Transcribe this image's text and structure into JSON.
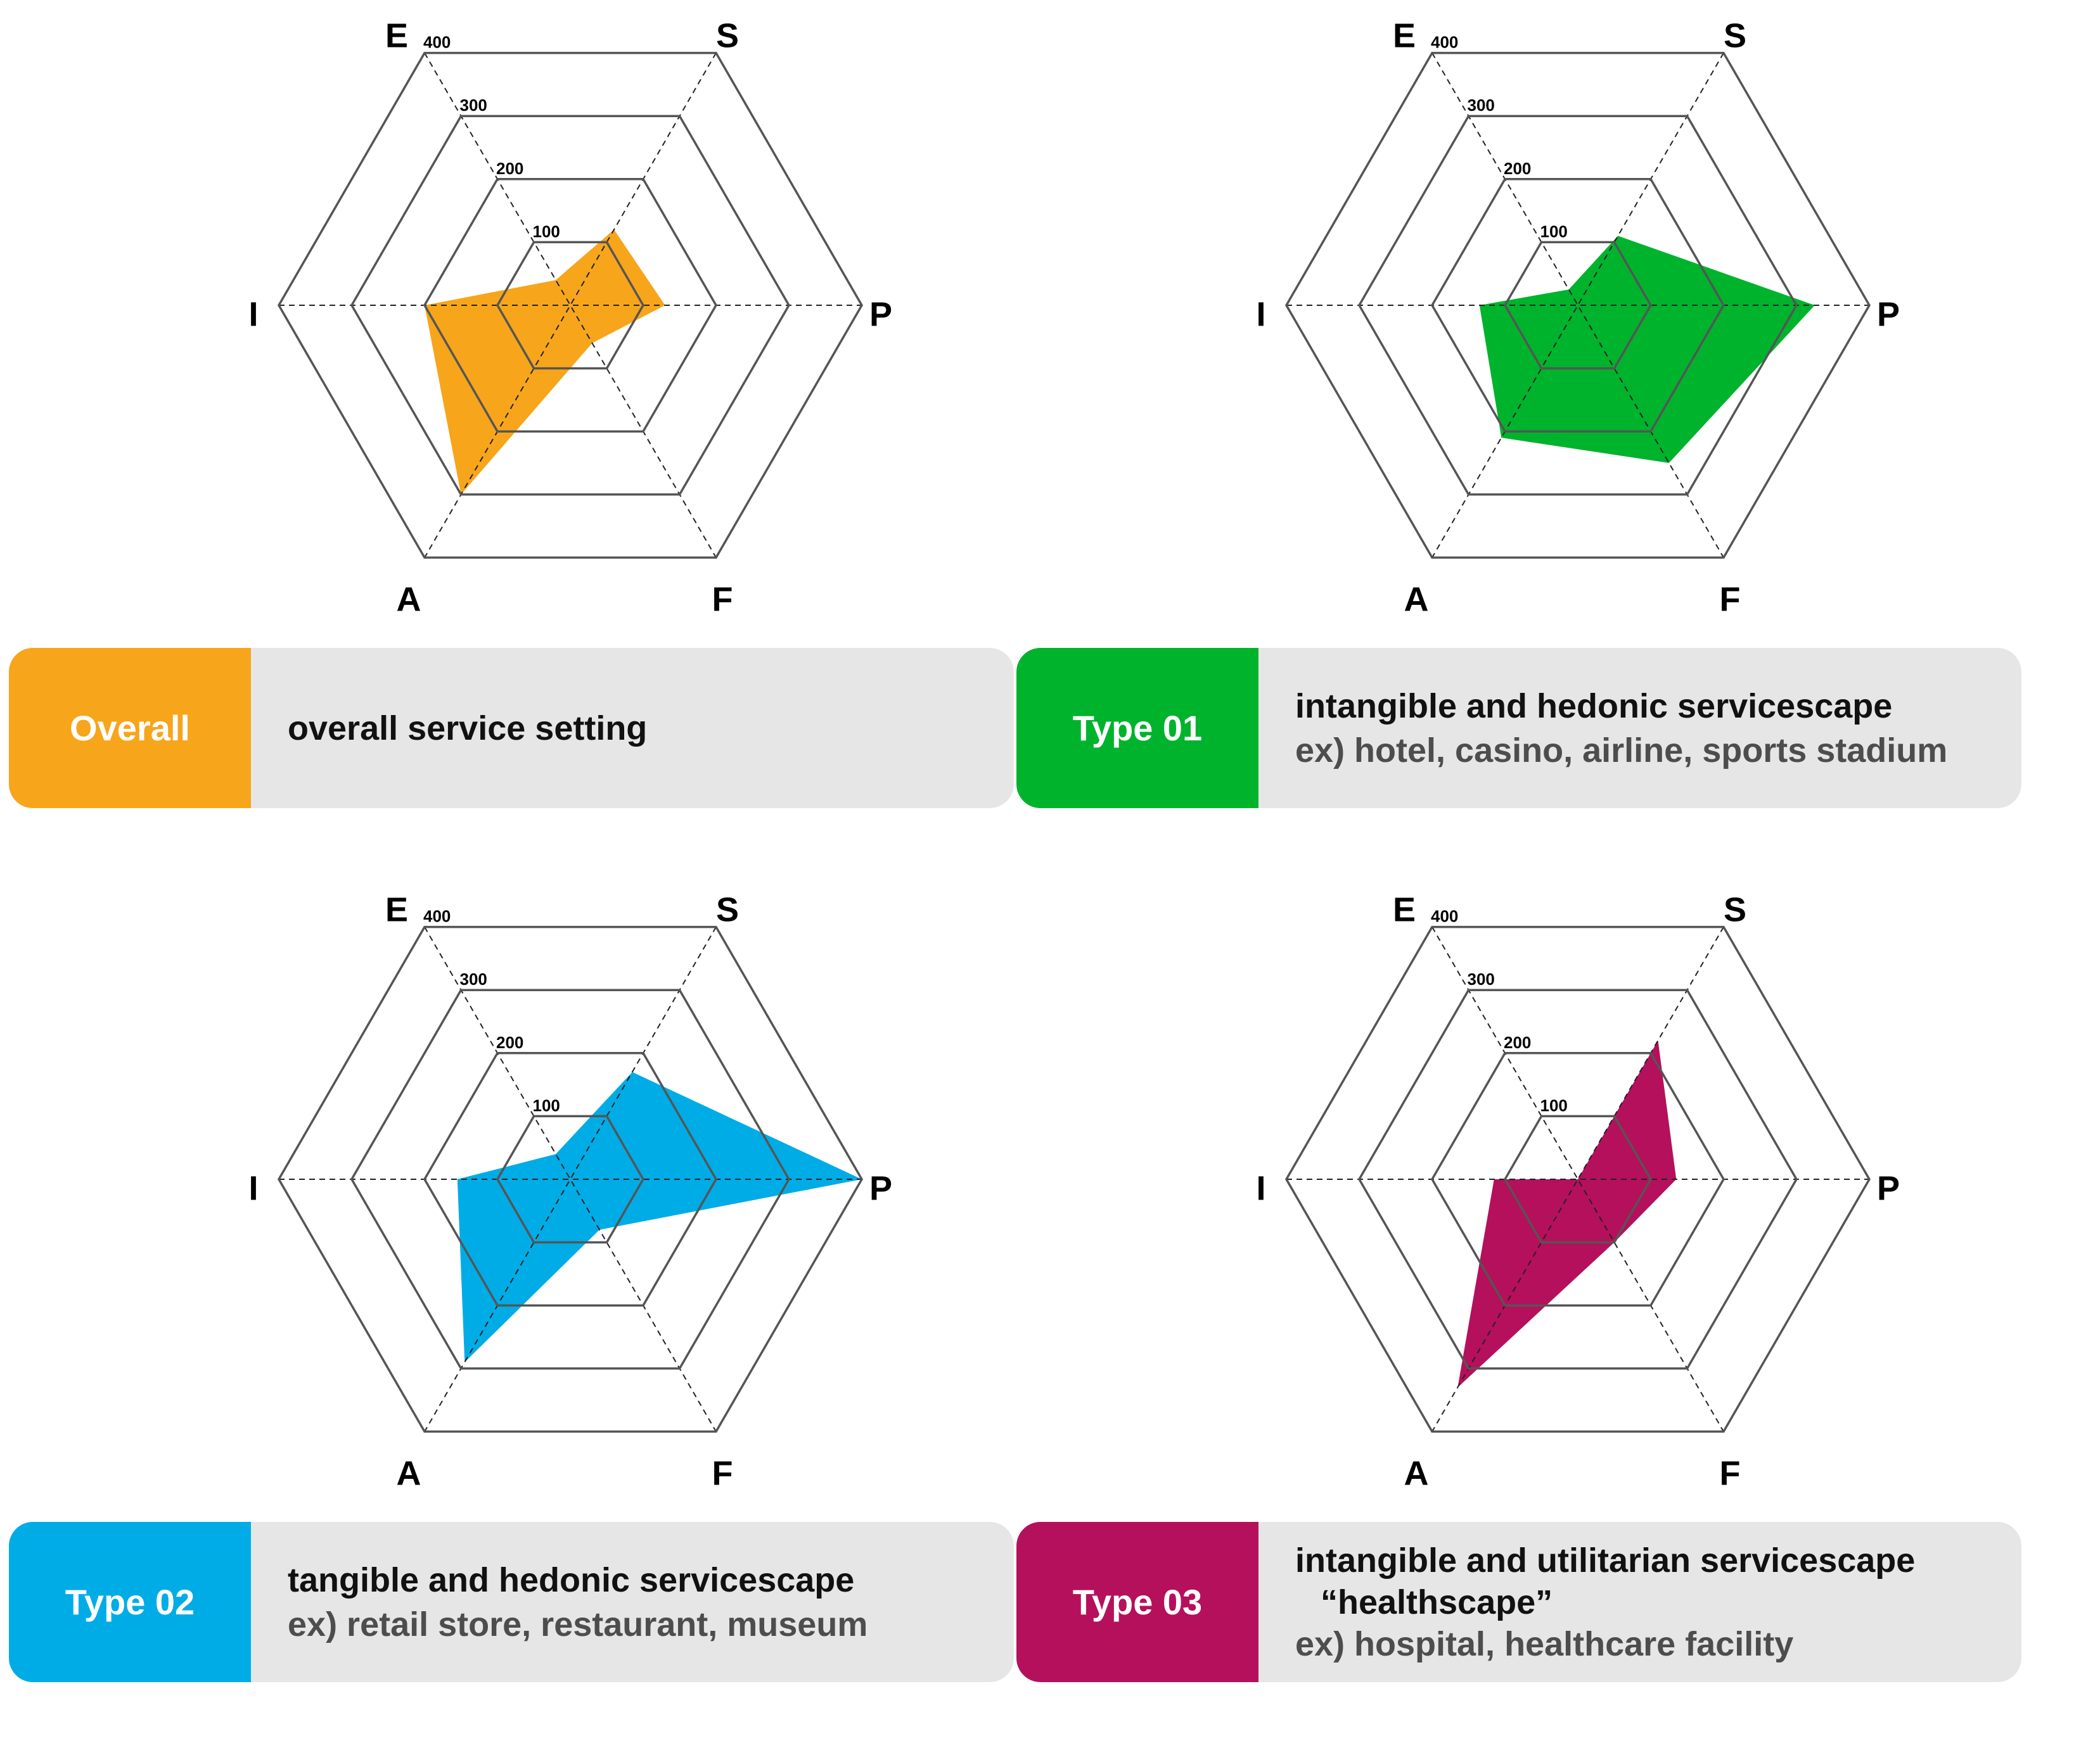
{
  "axes": [
    "E",
    "S",
    "P",
    "F",
    "A",
    "I"
  ],
  "ring_labels": [
    "100",
    "200",
    "300",
    "400"
  ],
  "chart_data": [
    {
      "type": "radar",
      "categories": [
        "E",
        "S",
        "P",
        "F",
        "A",
        "I"
      ],
      "rlim": [
        0,
        400
      ],
      "ticks": [
        100,
        200,
        300,
        400
      ],
      "series": [
        {
          "values": [
            40,
            120,
            130,
            60,
            300,
            200
          ]
        }
      ],
      "color": "#f7a51b",
      "legend": {
        "tag": "Overall",
        "description": "overall service setting",
        "description2": "",
        "example": ""
      }
    },
    {
      "type": "radar",
      "categories": [
        "E",
        "S",
        "P",
        "F",
        "A",
        "I"
      ],
      "rlim": [
        0,
        400
      ],
      "ticks": [
        100,
        200,
        300,
        400
      ],
      "series": [
        {
          "values": [
            25,
            110,
            325,
            250,
            210,
            135
          ]
        }
      ],
      "color": "#00b32c",
      "legend": {
        "tag": "Type 01",
        "description": "intangible and hedonic servicescape",
        "description2": "",
        "example": "ex) hotel, casino, airline, sports stadium"
      }
    },
    {
      "type": "radar",
      "categories": [
        "E",
        "S",
        "P",
        "F",
        "A",
        "I"
      ],
      "rlim": [
        0,
        400
      ],
      "ticks": [
        100,
        200,
        300,
        400
      ],
      "series": [
        {
          "values": [
            40,
            170,
            400,
            80,
            290,
            155
          ]
        }
      ],
      "color": "#00ace6",
      "legend": {
        "tag": "Type 02",
        "description": "tangible and hedonic servicescape",
        "description2": "",
        "example": "ex) retail store, restaurant, museum"
      }
    },
    {
      "type": "radar",
      "categories": [
        "E",
        "S",
        "P",
        "F",
        "A",
        "I"
      ],
      "rlim": [
        0,
        400
      ],
      "ticks": [
        100,
        200,
        300,
        400
      ],
      "series": [
        {
          "values": [
            0,
            220,
            135,
            100,
            330,
            115
          ]
        }
      ],
      "color": "#b5105b",
      "legend": {
        "tag": "Type 03",
        "description": "intangible and utilitarian servicescape",
        "description2": "“healthscape”",
        "example": "ex) hospital, healthcare facility"
      }
    }
  ]
}
